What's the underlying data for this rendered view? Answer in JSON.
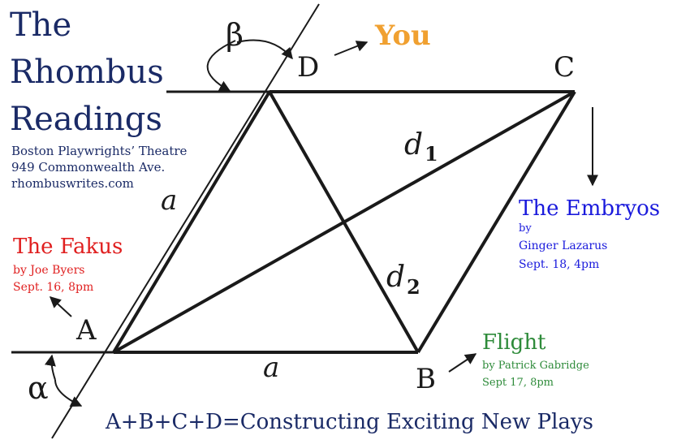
{
  "title": {
    "line1": "The",
    "line2": "Rhombus",
    "line3": "Readings",
    "color": "#1a2a66"
  },
  "venue": {
    "name": "Boston Playwrights’ Theatre",
    "address": "949 Commonwealth Ave.",
    "website": "rhombuswrites.com"
  },
  "geometry_labels": {
    "vertex_a": "A",
    "vertex_b": "B",
    "vertex_c": "C",
    "vertex_d": "D",
    "side_left": "a",
    "side_bottom": "a",
    "angle_alpha": "α",
    "angle_beta": "β",
    "diagonal_1_base": "d",
    "diagonal_1_sub": "1",
    "diagonal_2_base": "d",
    "diagonal_2_sub": "2"
  },
  "plays": {
    "fakus": {
      "title": "The Fakus",
      "byline": "by Joe Byers",
      "date": "Sept. 16, 8pm",
      "color": "#e02020"
    },
    "embryos": {
      "title": "The Embryos",
      "byline_by": "by",
      "author": "Ginger Lazarus",
      "date": "Sept. 18, 4pm",
      "color": "#1a1adc"
    },
    "flight": {
      "title": "Flight",
      "byline": "by Patrick Gabridge",
      "date": "Sept 17, 8pm",
      "color": "#2e8b3a"
    }
  },
  "you": {
    "label": "You",
    "color": "#f0a030"
  },
  "tagline": {
    "text": "A+B+C+D=Constructing Exciting New Plays",
    "color": "#1a2a66"
  },
  "line_color": "#1a1a1a"
}
